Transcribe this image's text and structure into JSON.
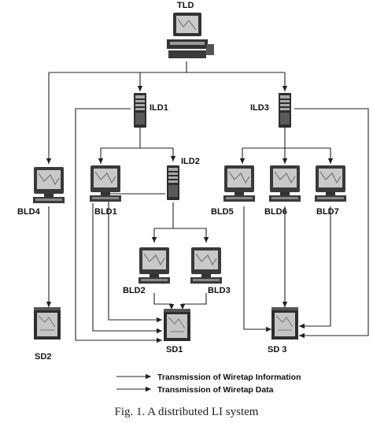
{
  "nodes": {
    "tld": "TLD",
    "ild1": "ILD1",
    "ild2": "ILD2",
    "ild3": "ILD3",
    "bld1": "BLD1",
    "bld2": "BLD2",
    "bld3": "BLD3",
    "bld4": "BLD4",
    "bld5": "BLD5",
    "bld6": "BLD6",
    "bld7": "BLD7",
    "sd1": "SD1",
    "sd2": "SD2",
    "sd3": "SD 3"
  },
  "legend": {
    "info": "Transmission of Wiretap Information",
    "data": "Transmission of Wiretap Data"
  },
  "caption": "Fig. 1. A distributed LI system"
}
